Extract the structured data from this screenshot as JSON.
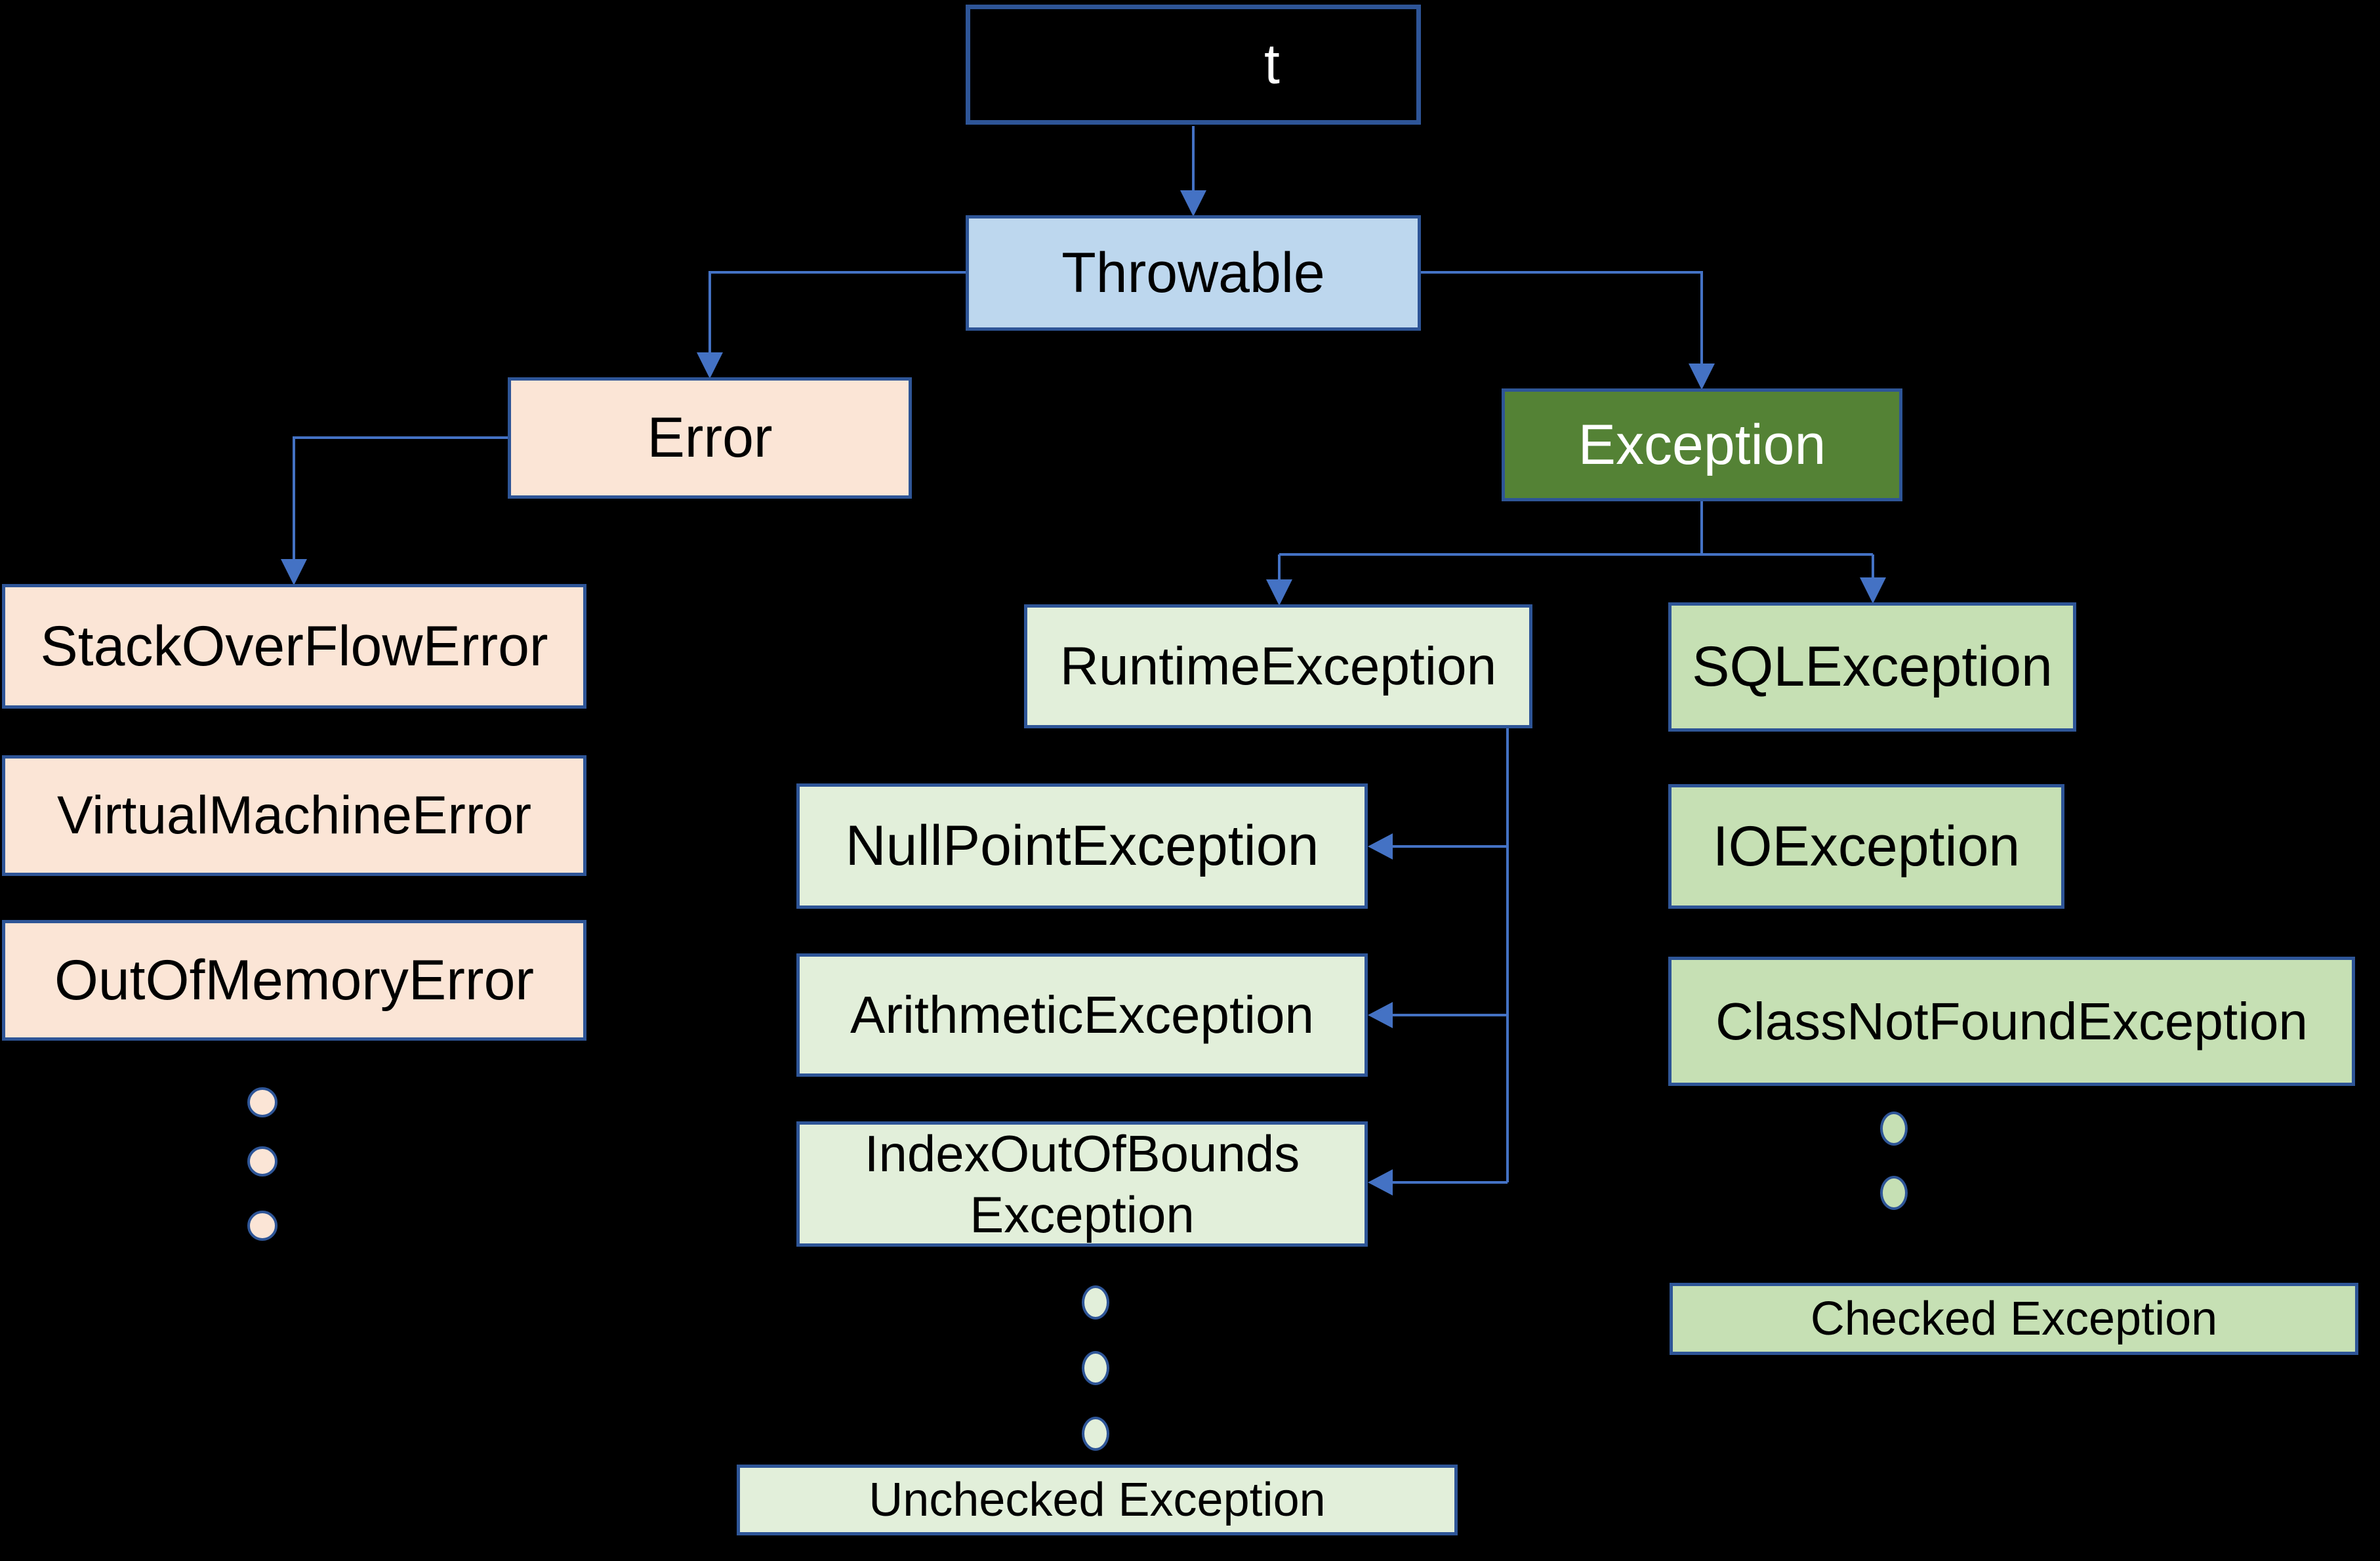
{
  "diagram": {
    "background": "#000000",
    "colors": {
      "box_border": "#2e5597",
      "connector": "#4472c4",
      "throwable_fill": "#bdd7ee",
      "error_fill": "#fbe5d6",
      "exception_fill": "#548235",
      "runtime_branch_fill": "#e2efda",
      "checked_branch_fill": "#c6e0b4",
      "text_dark": "#000000",
      "text_light": "#ffffff"
    },
    "nodes": {
      "object": {
        "label": "t"
      },
      "throwable": {
        "label": "Throwable"
      },
      "error": {
        "label": "Error"
      },
      "exception": {
        "label": "Exception"
      },
      "stack_overflow": {
        "label": "StackOverFlowError"
      },
      "virtual_machine": {
        "label": "VirtualMachineError"
      },
      "out_of_memory": {
        "label": "OutOfMemoryError"
      },
      "runtime": {
        "label": "RuntimeException"
      },
      "sql": {
        "label": "SQLException"
      },
      "null_point": {
        "label": "NullPointException"
      },
      "arithmetic": {
        "label": "ArithmeticException"
      },
      "index_out_of_bounds": {
        "label_line1": "IndexOutOfBounds",
        "label_line2": "Exception"
      },
      "io": {
        "label": "IOException"
      },
      "class_not_found": {
        "label": "ClassNotFoundException"
      },
      "unchecked": {
        "label": "Unchecked Exception"
      },
      "checked": {
        "label": "Checked Exception"
      }
    }
  }
}
